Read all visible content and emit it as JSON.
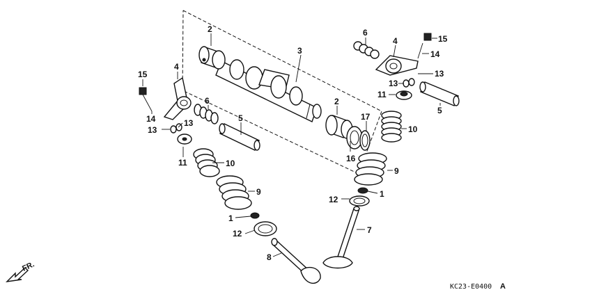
{
  "diagram": {
    "parts": [
      {
        "id": "1",
        "name": "valve-cotter"
      },
      {
        "id": "2",
        "name": "camshaft-bearing"
      },
      {
        "id": "3",
        "name": "camshaft"
      },
      {
        "id": "4",
        "name": "rocker-arm"
      },
      {
        "id": "5",
        "name": "rocker-arm-shaft"
      },
      {
        "id": "6",
        "name": "rocker-spring"
      },
      {
        "id": "7",
        "name": "exhaust-valve"
      },
      {
        "id": "8",
        "name": "intake-valve"
      },
      {
        "id": "9",
        "name": "outer-valve-spring"
      },
      {
        "id": "10",
        "name": "inner-valve-spring"
      },
      {
        "id": "11",
        "name": "spring-retainer"
      },
      {
        "id": "12",
        "name": "spring-seat"
      },
      {
        "id": "13",
        "name": "tappet-nut-washer"
      },
      {
        "id": "14",
        "name": "adjusting-screw"
      },
      {
        "id": "15",
        "name": "tappet-nut"
      },
      {
        "id": "16",
        "name": "oil-seal"
      },
      {
        "id": "17",
        "name": "circlip"
      }
    ],
    "labels": {
      "l2a": "2",
      "l3": "3",
      "l6a": "6",
      "l4a": "4",
      "l15a": "15",
      "l14a": "14",
      "l13a": "13",
      "l13b": "13",
      "l11a": "11",
      "l5a": "5",
      "l15b": "15",
      "l4b": "4",
      "l6b": "6",
      "l14b": "14",
      "l13c": "13",
      "l13d": "13",
      "l11b": "11",
      "l5b": "5",
      "l2b": "2",
      "l17": "17",
      "l10a": "10",
      "l10b": "10",
      "l16": "16",
      "l9a": "9",
      "l9b": "9",
      "l1a": "1",
      "l1b": "1",
      "l12a": "12",
      "l12b": "12",
      "l7": "7",
      "l8": "8"
    },
    "front_arrow": "FR.",
    "drawing_code": "KC23-E0400",
    "drawing_code_suffix": "A"
  }
}
